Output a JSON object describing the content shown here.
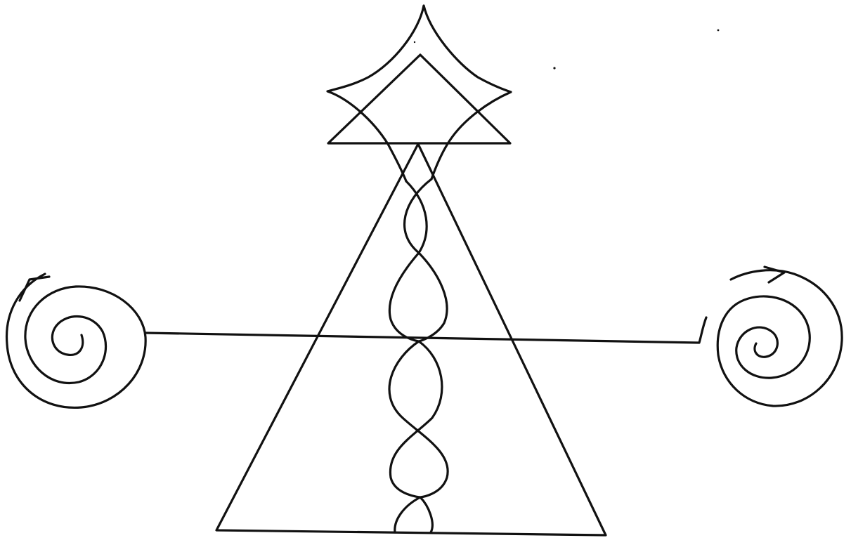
{
  "colors": {
    "background": "#ffffff",
    "ink": "#111111"
  },
  "figure": {
    "elements": [
      "large-triangle",
      "top-triangle",
      "curved-diamond",
      "double-helix",
      "horizontal-line",
      "left-spiral",
      "right-spiral",
      "left-spiral-arrow",
      "right-spiral-arrow"
    ]
  }
}
